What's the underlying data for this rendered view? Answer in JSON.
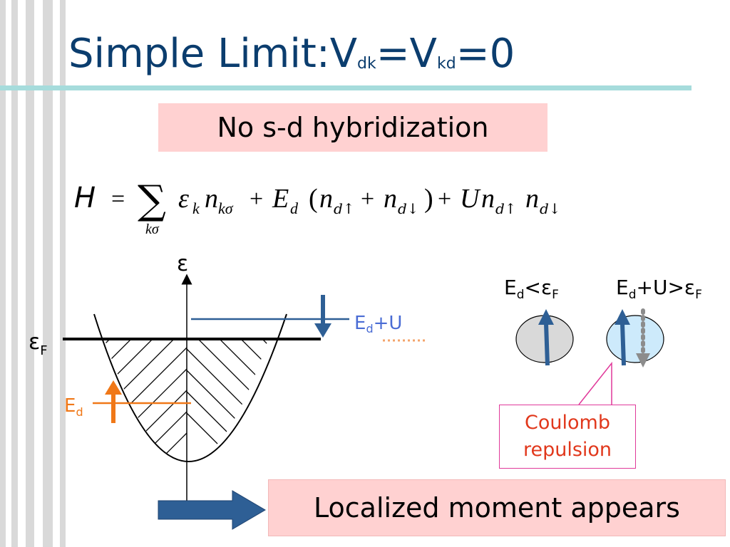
{
  "title": {
    "main": "Simple Limit:V",
    "sub1": "dk",
    "mid": "=V",
    "sub2": "kd",
    "end": "=0"
  },
  "hybridization_note": "No s-d hybridization",
  "equation": {
    "H": "H",
    "eq": "=",
    "sum": "∑",
    "sum_index": "kσ",
    "eps": "ε",
    "k": "k",
    "n": "n",
    "ksigma": "kσ",
    "plus": "+",
    "E": "E",
    "d": "d",
    "lparen": "(",
    "rparen": ")",
    "dup": "d↑",
    "ddown": "d↓",
    "U": "U"
  },
  "band_diagram": {
    "axis_label": "ε",
    "fermi_label_main": "ε",
    "fermi_label_sub": "F",
    "ed_label_main": "E",
    "ed_label_sub": "d",
    "edu_label_main": "E",
    "edu_label_sub": "d",
    "edu_label_tail": "+U"
  },
  "orbitals": {
    "left_label": {
      "main": "E",
      "sub": "d",
      "mid": "<ε",
      "sub2": "F"
    },
    "right_label": {
      "main": "E",
      "sub": "d",
      "mid": "+U>ε",
      "sub2": "F"
    }
  },
  "callout": {
    "line1": "Coulomb",
    "line2": "repulsion"
  },
  "conclusion": "Localized moment appears",
  "colors": {
    "title": "#0b3d6e",
    "rule": "#a6dcdc",
    "pink_box": "#ffd1d1",
    "blue_arrow": "#2e5f95",
    "orange": "#f07818",
    "level_blue": "#2e5f95",
    "label_blue": "#4a6cd4",
    "callout_text": "#e1381c",
    "callout_border": "#e0399a"
  }
}
